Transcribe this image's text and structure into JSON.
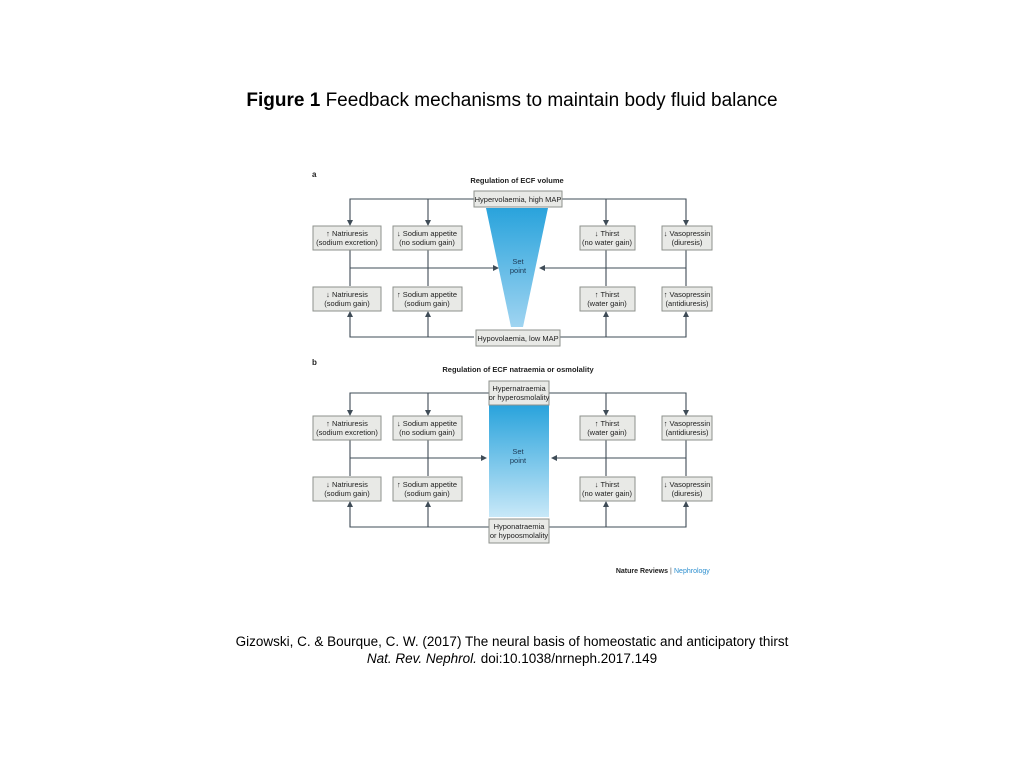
{
  "figure": {
    "label": "Figure 1",
    "title": "Feedback mechanisms to maintain body fluid balance"
  },
  "panel_a": {
    "label": "a",
    "title": "Regulation of ECF volume",
    "top_box": "Hypervolaemia, high MAP",
    "bottom_box": "Hypovolaemia, low MAP",
    "set_point": [
      "Set",
      "point"
    ],
    "upper_left": [
      {
        "line1": "↑ Natriuresis",
        "line2": "(sodium excretion)"
      },
      {
        "line1": "↓ Sodium appetite",
        "line2": "(no sodium gain)"
      }
    ],
    "upper_right": [
      {
        "line1": "↓ Thirst",
        "line2": "(no water gain)"
      },
      {
        "line1": "↓ Vasopressin",
        "line2": "(diuresis)"
      }
    ],
    "lower_left": [
      {
        "line1": "↓ Natriuresis",
        "line2": "(sodium gain)"
      },
      {
        "line1": "↑ Sodium appetite",
        "line2": "(sodium gain)"
      }
    ],
    "lower_right": [
      {
        "line1": "↑ Thirst",
        "line2": "(water gain)"
      },
      {
        "line1": "↑ Vasopressin",
        "line2": "(antidiuresis)"
      }
    ]
  },
  "panel_b": {
    "label": "b",
    "title": "Regulation of ECF natraemia or osmolality",
    "top_box": [
      "Hypernatraemia",
      "or hyperosmolality"
    ],
    "bottom_box": [
      "Hyponatraemia",
      "or hypoosmolality"
    ],
    "set_point": [
      "Set",
      "point"
    ],
    "upper_left": [
      {
        "line1": "↑ Natriuresis",
        "line2": "(sodium excretion)"
      },
      {
        "line1": "↓ Sodium appetite",
        "line2": "(no sodium gain)"
      }
    ],
    "upper_right": [
      {
        "line1": "↑ Thirst",
        "line2": "(water gain)"
      },
      {
        "line1": "↑ Vasopressin",
        "line2": "(antidiuresis)"
      }
    ],
    "lower_left": [
      {
        "line1": "↓ Natriuresis",
        "line2": "(sodium gain)"
      },
      {
        "line1": "↑ Sodium appetite",
        "line2": "(sodium gain)"
      }
    ],
    "lower_right": [
      {
        "line1": "↓ Thirst",
        "line2": "(no water gain)"
      },
      {
        "line1": "↓ Vasopressin",
        "line2": "(diuresis)"
      }
    ]
  },
  "journal_credit": {
    "brand": "Nature Reviews",
    "separator": "|",
    "journal": "Nephrology"
  },
  "citation": {
    "line1": "Gizowski, C. & Bourque, C. W. (2017) The neural basis of homeostatic and anticipatory thirst",
    "journal_abbrev": "Nat. Rev. Nephrol.",
    "doi": "doi:10.1038/nrneph.2017.149"
  },
  "colors": {
    "box_fill": "#e8e9e6",
    "set_point_top": "#29a3dc",
    "set_point_bottom": "#bfe3f6",
    "link_blue": "#2d8fcf"
  }
}
